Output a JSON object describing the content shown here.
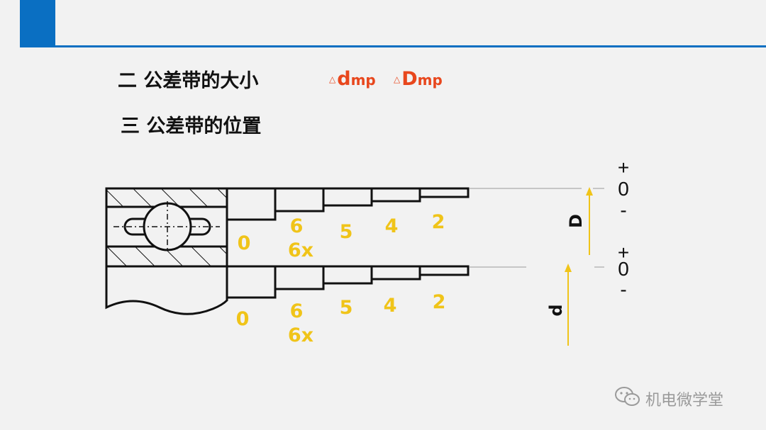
{
  "headings": {
    "size_title": "二  公差带的大小",
    "position_title": "三 公差带的位置"
  },
  "symbols": {
    "d_mp": {
      "delta": "△",
      "letter": "d",
      "sub": "mp"
    },
    "D_mp": {
      "delta": "△",
      "letter": "D",
      "sub": "mp"
    }
  },
  "diagram": {
    "upper_grades": [
      "0",
      "6",
      "6x",
      "5",
      "4",
      "2"
    ],
    "lower_grades": [
      "0",
      "6",
      "6x",
      "5",
      "4",
      "2"
    ],
    "upper_signs": [
      "+",
      "0",
      "-"
    ],
    "lower_signs": [
      "+",
      "0",
      "-"
    ],
    "dim_D": "D",
    "dim_d": "d",
    "colors": {
      "grade": "#f0c419",
      "line": "#111111",
      "accent": "#0a6fc2",
      "symbol": "#e8471d"
    }
  },
  "watermark": {
    "text": "机电微学堂",
    "icon": "wechat-icon"
  }
}
